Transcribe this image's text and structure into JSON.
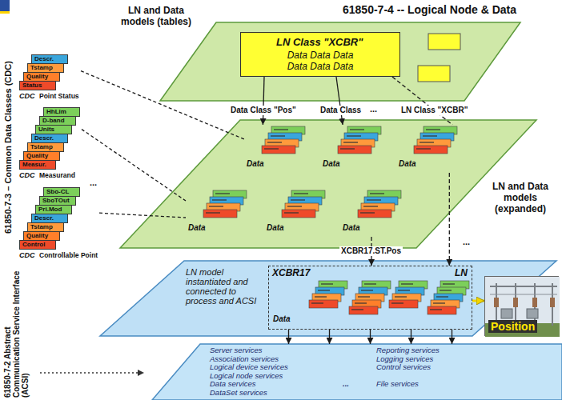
{
  "diagram": {
    "title": "61850-7-4 -- Logical Node & Data",
    "nodes": [
      {
        "text": [
          "LN and Data models (tables)"
        ]
      },
      {
        "text": [
          "LN Class \"XCBR\"",
          "Data Data Data Data Data Data"
        ],
        "in": 0
      },
      {
        "text": [
          "Descr.",
          "Tstamp",
          "Quality",
          "Status",
          "CDC",
          "Point Status"
        ]
      },
      {
        "text": [
          "HhLim",
          "D-band",
          "Units",
          "Descr.",
          "Tstamp",
          "Quality",
          "Measur.",
          "CDC",
          "Measurand"
        ]
      },
      {
        "text": [
          "Sbo-CL",
          "SboTOut",
          "Pri.Mod",
          "Descr.",
          "Tstamp",
          "Quality",
          "Control",
          "CDC",
          "Controllable Point"
        ]
      },
      {
        "text": [
          "LN and Data models (expanded)"
        ]
      },
      {
        "text": [
          "Data"
        ],
        "in": 5
      },
      {
        "text": [
          "Data"
        ],
        "in": 5
      },
      {
        "text": [
          "Data"
        ],
        "in": 5
      },
      {
        "text": [
          "Data"
        ],
        "in": 5
      },
      {
        "text": [
          "Data"
        ],
        "in": 5
      },
      {
        "text": [
          "Data"
        ],
        "in": 5
      },
      {
        "text": [
          "LN model instantiated and connected to process and ACSI"
        ]
      },
      {
        "text": [
          "XCBR17",
          "LN",
          "Data"
        ],
        "in": 12
      },
      {
        "text": [
          "Position"
        ]
      },
      {
        "text": [
          "Server services",
          "Association services",
          "Logical device services",
          "Logical node services",
          "Data services",
          "DataSet services",
          "Reporting services",
          "Logging services",
          "Control services",
          "...",
          "File services"
        ]
      }
    ],
    "edges": [
      {
        "from": 1,
        "to": 6,
        "arrow": "to",
        "label": "Data Class \"Pos\""
      },
      {
        "from": 1,
        "to": 7,
        "arrow": "to",
        "label": "Data Class"
      },
      {
        "from": 1,
        "to": 8,
        "arrow": "none",
        "label": "LN Class \"XCBR\""
      },
      {
        "from": 2,
        "to": 6,
        "arrow": "none"
      },
      {
        "from": 3,
        "to": 9,
        "arrow": "none"
      },
      {
        "from": 4,
        "to": 9,
        "arrow": "none"
      },
      {
        "from": 11,
        "to": 13,
        "arrow": "to",
        "label": "XCBR17.ST.Pos"
      },
      {
        "from": 8,
        "to": 13,
        "arrow": "to"
      },
      {
        "from": 13,
        "to": 14,
        "arrow": "to"
      },
      {
        "from": 13,
        "to": 15,
        "arrow": "to"
      },
      {
        "from": 13,
        "to": 15,
        "arrow": "to"
      },
      {
        "from": 13,
        "to": 15,
        "arrow": "to"
      },
      {
        "from": 13,
        "to": 15,
        "arrow": "to"
      },
      {
        "from": 13,
        "to": 15,
        "arrow": "to"
      }
    ],
    "labels": [
      "61850-7-3 – Common Data Classes (CDC)",
      "...",
      "...",
      "...",
      "61850-7-2 Abstract Communication Service Interface (ACSI)"
    ]
  }
}
